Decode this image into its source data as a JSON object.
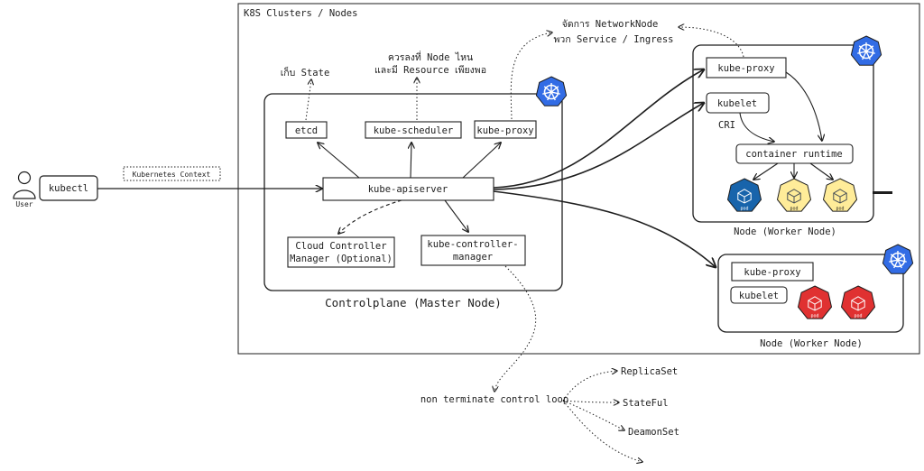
{
  "cluster": {
    "title": "K8S Clusters / Nodes"
  },
  "user": {
    "label": "User"
  },
  "kubectl": {
    "label": "kubectl"
  },
  "kube_context": {
    "label": "Kubernetes Context"
  },
  "notes": {
    "state": "เก็บ State",
    "scheduler_line1": "ควรลงที่ Node ไหน",
    "scheduler_line2": "และมี Resource เพียงพอ",
    "network_line1": "จัดการ NetworkNode",
    "network_line2": "พวก Service / Ingress"
  },
  "control_plane": {
    "caption": "Controlplane (Master Node)",
    "etcd": "etcd",
    "scheduler": "kube-scheduler",
    "proxy": "kube-proxy",
    "apiserver": "kube-apiserver",
    "ccm_line1": "Cloud Controller",
    "ccm_line2": "Manager (Optional)",
    "kcm_line1": "kube-controller-",
    "kcm_line2": "manager"
  },
  "worker1": {
    "caption": "Node (Worker Node)",
    "proxy": "kube-proxy",
    "kubelet": "kubelet",
    "cri": "CRI",
    "runtime": "container runtime",
    "pod_label": "pod",
    "pod_colors": [
      "#1864ab",
      "#ffec99",
      "#ffec99"
    ]
  },
  "worker2": {
    "caption": "Node (Worker Node)",
    "proxy": "kube-proxy",
    "kubelet": "kubelet",
    "pod_label": "pod",
    "pod_colors": [
      "#e03131",
      "#e03131"
    ]
  },
  "control_loop": {
    "label": "non terminate control loop",
    "items": [
      "ReplicaSet",
      "StateFul",
      "DeamonSet"
    ]
  },
  "colors": {
    "k8s_blue": "#326ce5",
    "stroke": "#1e1e1e"
  }
}
